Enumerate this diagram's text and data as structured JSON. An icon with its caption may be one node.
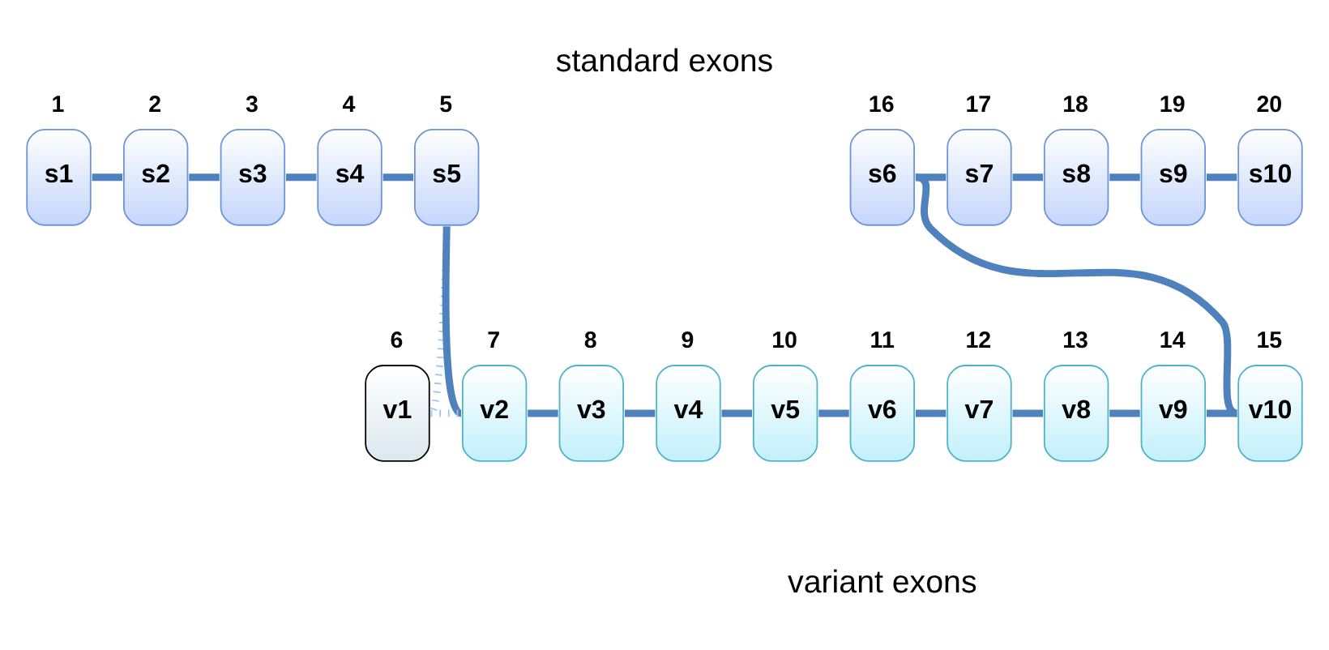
{
  "diagram": {
    "title": "standard exons",
    "caption": "variant exons",
    "nodes": [
      {
        "text": [
          "s1"
        ],
        "beside": [
          "1"
        ]
      },
      {
        "text": [
          "s2"
        ],
        "beside": [
          "2"
        ]
      },
      {
        "text": [
          "s3"
        ],
        "beside": [
          "3"
        ]
      },
      {
        "text": [
          "s4"
        ],
        "beside": [
          "4"
        ]
      },
      {
        "text": [
          "s5"
        ],
        "beside": [
          "5"
        ]
      },
      {
        "text": [
          "s6"
        ],
        "beside": [
          "16"
        ]
      },
      {
        "text": [
          "s7"
        ],
        "beside": [
          "17"
        ]
      },
      {
        "text": [
          "s8"
        ],
        "beside": [
          "18"
        ]
      },
      {
        "text": [
          "s9"
        ],
        "beside": [
          "19"
        ]
      },
      {
        "text": [
          "s10"
        ],
        "beside": [
          "20"
        ]
      },
      {
        "text": [
          "v1"
        ],
        "beside": [
          "6"
        ]
      },
      {
        "text": [
          "v2"
        ],
        "beside": [
          "7"
        ]
      },
      {
        "text": [
          "v3"
        ],
        "beside": [
          "8"
        ]
      },
      {
        "text": [
          "v4"
        ],
        "beside": [
          "9"
        ]
      },
      {
        "text": [
          "v5"
        ],
        "beside": [
          "10"
        ]
      },
      {
        "text": [
          "v6"
        ],
        "beside": [
          "11"
        ]
      },
      {
        "text": [
          "v7"
        ],
        "beside": [
          "12"
        ]
      },
      {
        "text": [
          "v8"
        ],
        "beside": [
          "13"
        ]
      },
      {
        "text": [
          "v9"
        ],
        "beside": [
          "14"
        ]
      },
      {
        "text": [
          "v10"
        ],
        "beside": [
          "15"
        ]
      }
    ],
    "edges": [
      {
        "from": 0,
        "to": 1,
        "arrow": "none"
      },
      {
        "from": 1,
        "to": 2,
        "arrow": "none"
      },
      {
        "from": 2,
        "to": 3,
        "arrow": "none"
      },
      {
        "from": 3,
        "to": 4,
        "arrow": "none"
      },
      {
        "from": 4,
        "to": 11,
        "arrow": "none"
      },
      {
        "from": 4,
        "to": 10,
        "arrow": "none",
        "style": "dashed",
        "color": "#99c8f5"
      },
      {
        "from": 10,
        "to": 11,
        "arrow": "none",
        "style": "dashed",
        "color": "#99c8f5"
      },
      {
        "from": 11,
        "to": 12,
        "arrow": "none"
      },
      {
        "from": 12,
        "to": 13,
        "arrow": "none"
      },
      {
        "from": 13,
        "to": 14,
        "arrow": "none"
      },
      {
        "from": 14,
        "to": 15,
        "arrow": "none"
      },
      {
        "from": 15,
        "to": 16,
        "arrow": "none"
      },
      {
        "from": 16,
        "to": 17,
        "arrow": "none"
      },
      {
        "from": 17,
        "to": 18,
        "arrow": "none"
      },
      {
        "from": 18,
        "to": 19,
        "arrow": "none"
      },
      {
        "from": 19,
        "to": 5,
        "arrow": "none"
      },
      {
        "from": 5,
        "to": 6,
        "arrow": "none"
      },
      {
        "from": 6,
        "to": 7,
        "arrow": "none"
      },
      {
        "from": 7,
        "to": 8,
        "arrow": "none"
      },
      {
        "from": 8,
        "to": 9,
        "arrow": "none"
      }
    ]
  }
}
